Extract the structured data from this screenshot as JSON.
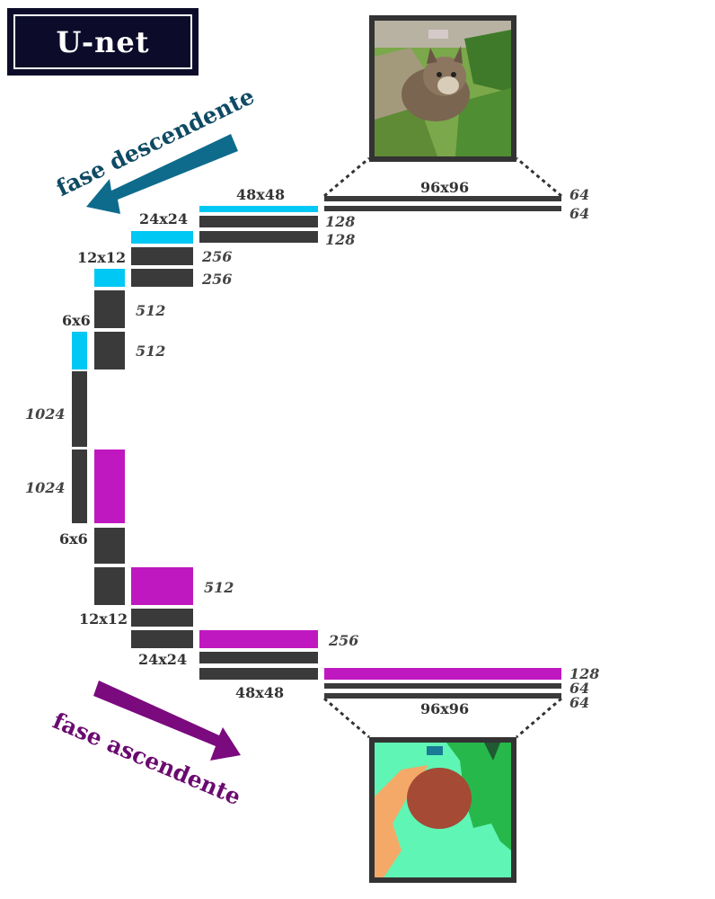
{
  "title": "U-net",
  "phases": {
    "down": "fase descendente",
    "up": "fase ascendente"
  },
  "colors": {
    "feature_map": "#3a3a3a",
    "maxpool_output": "#00c8f5",
    "upconv_output": "#c018c0",
    "arrow_down": "#0e6b8c",
    "arrow_up": "#7a0a7e"
  },
  "encoder": {
    "res_96": "96x96",
    "res_48": "48x48",
    "res_24": "24x24",
    "res_12": "12x12",
    "res_6": "6x6",
    "ch_64a": "64",
    "ch_64b": "64",
    "ch_128a": "128",
    "ch_128b": "128",
    "ch_256a": "256",
    "ch_256b": "256",
    "ch_512a": "512",
    "ch_512b": "512",
    "ch_1024a": "1024"
  },
  "decoder": {
    "ch_1024b": "1024",
    "res_6": "6x6",
    "ch_512": "512",
    "res_12": "12x12",
    "ch_256": "256",
    "res_24": "24x24",
    "ch_128": "128",
    "res_48": "48x48",
    "ch_64a": "64",
    "ch_64b": "64",
    "res_96": "96x96"
  },
  "images": {
    "input": "cat-photo",
    "output": "segmentation-map"
  }
}
